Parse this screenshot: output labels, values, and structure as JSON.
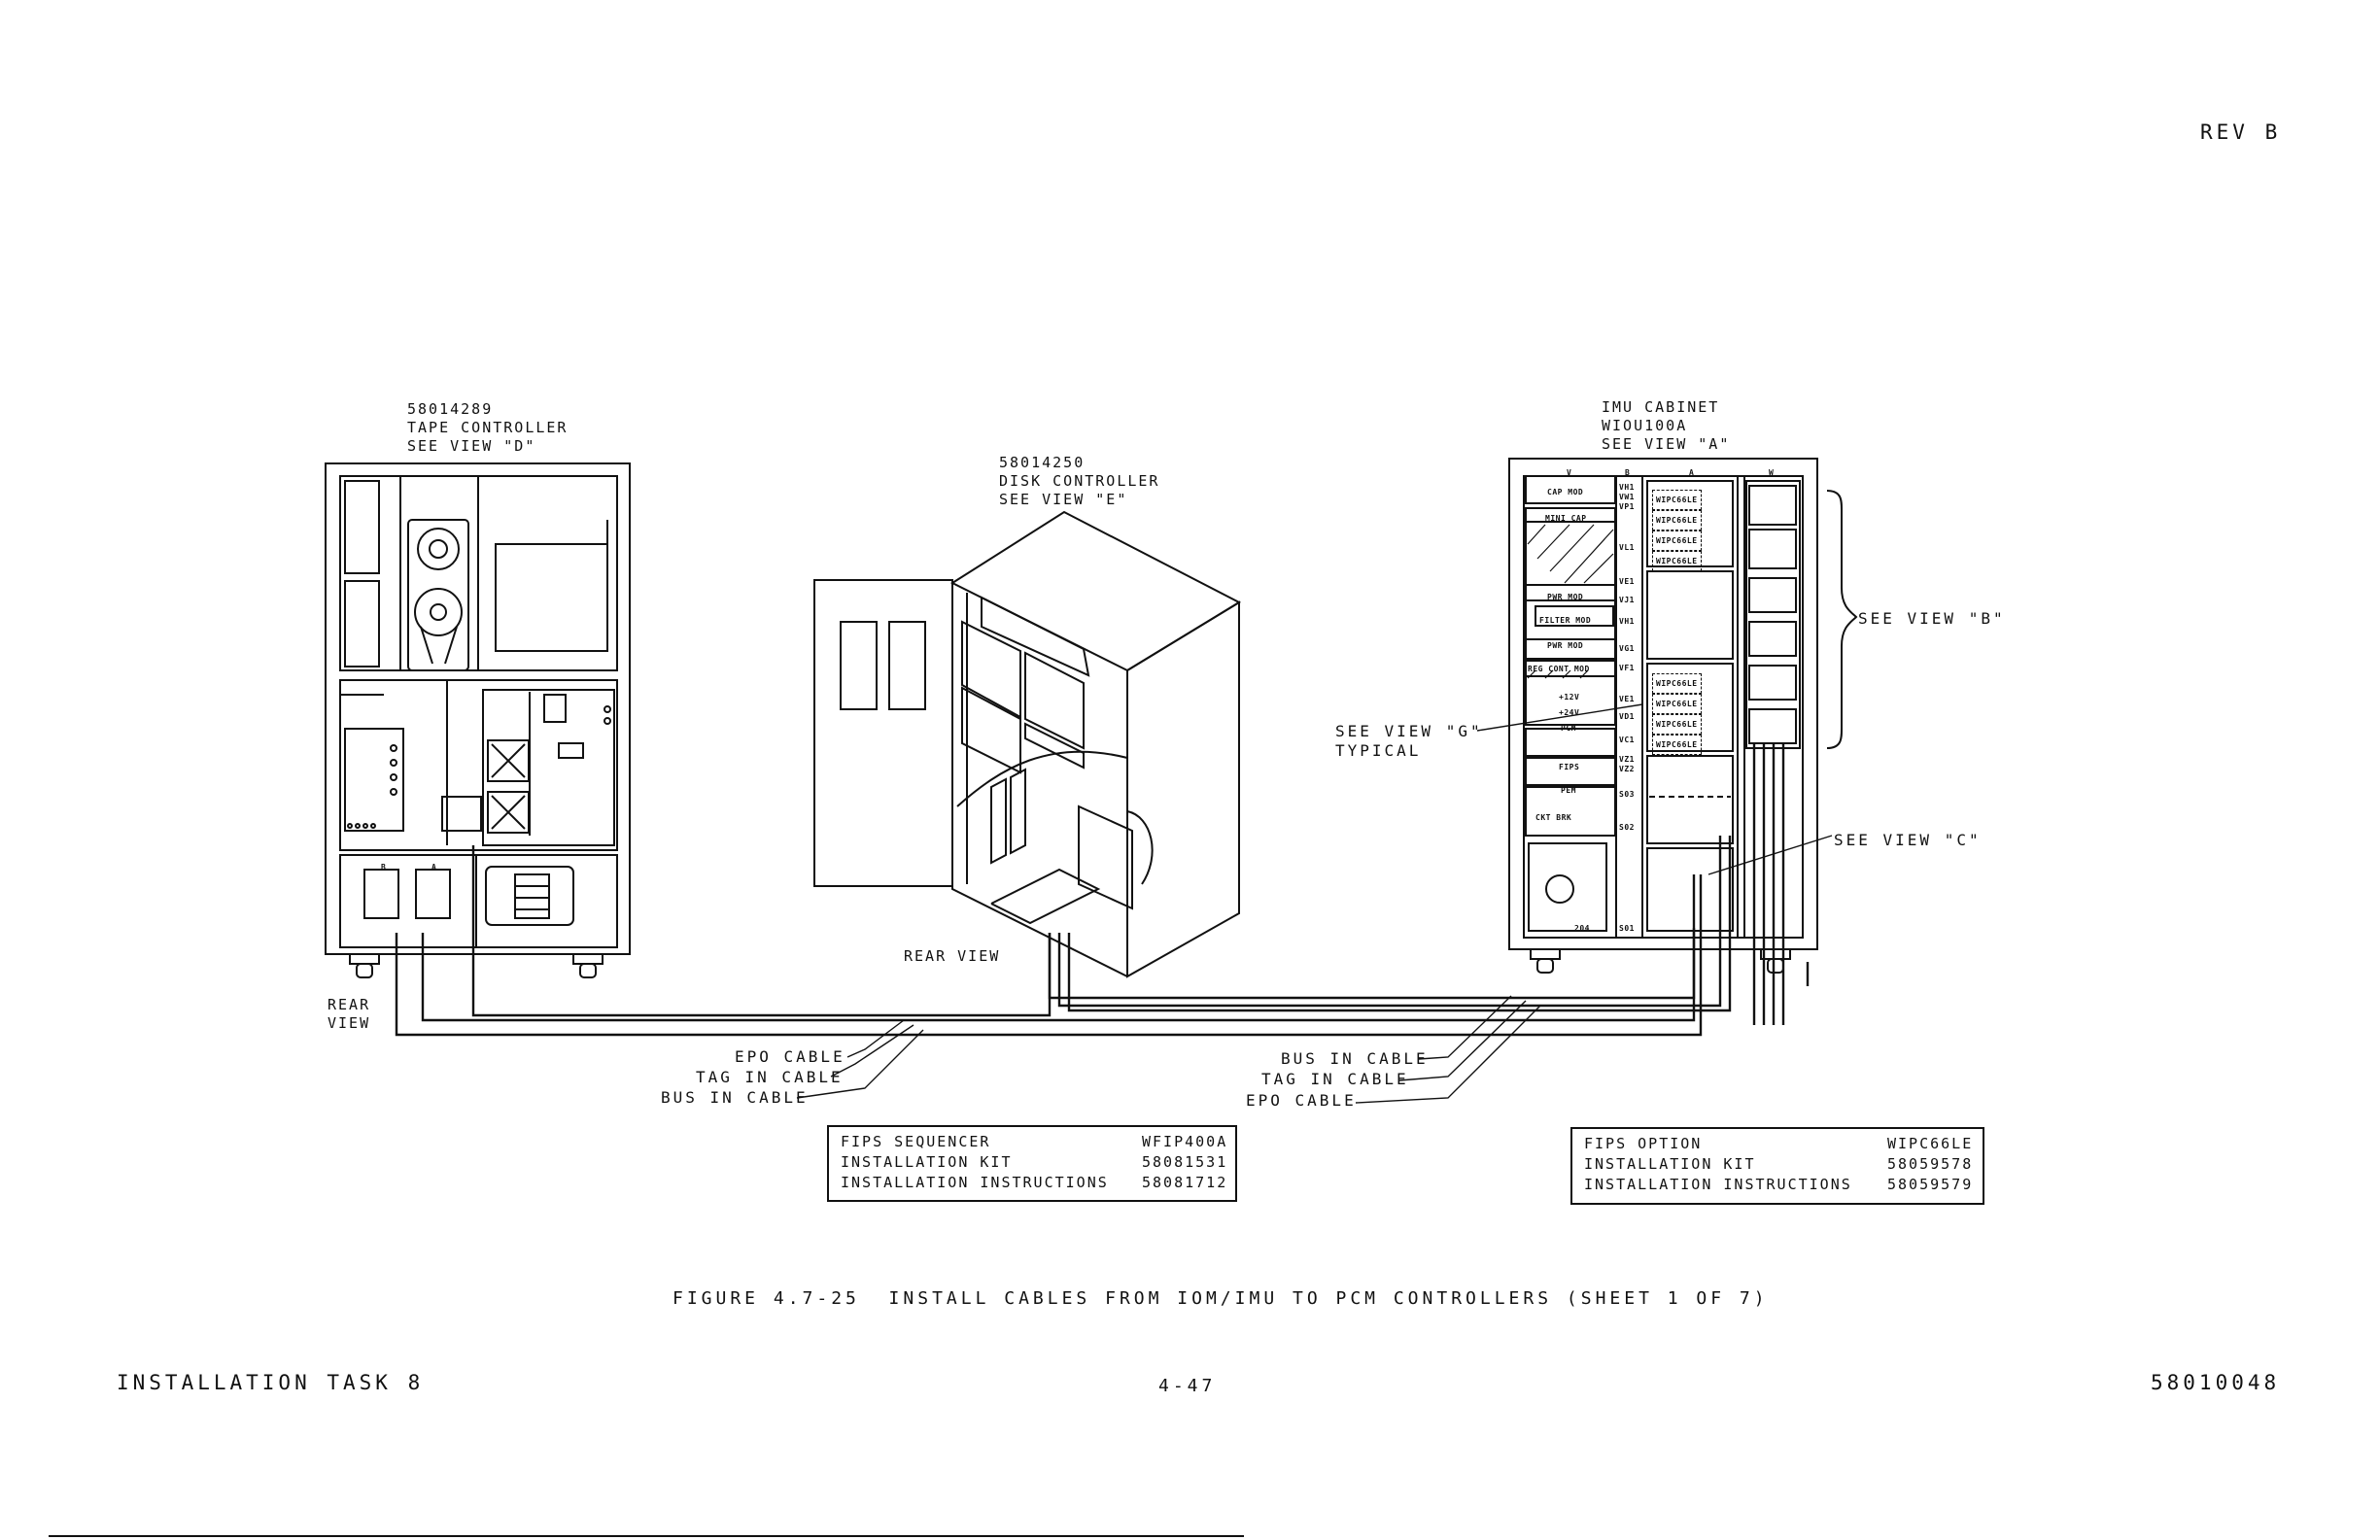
{
  "header": {
    "rev": "REV B"
  },
  "tape_controller": {
    "part": "58014289",
    "name": "TAPE CONTROLLER",
    "view": "SEE VIEW \"D\"",
    "rear_view": [
      "REAR",
      "VIEW"
    ],
    "slot_b": "B",
    "slot_a": "A"
  },
  "disk_controller": {
    "part": "58014250",
    "name": "DISK CONTROLLER",
    "view": "SEE VIEW \"E\"",
    "rear_view": "REAR VIEW"
  },
  "imu_cabinet": {
    "name": "IMU CABINET",
    "model": "WIOU100A",
    "view": "SEE VIEW \"A\"",
    "columns": [
      "V",
      "B",
      "A",
      "W"
    ],
    "modules": [
      "CAP MOD",
      "MINI CAP",
      "PWR MOD",
      "FILTER MOD",
      "PWR MOD",
      "REG CONT MOD",
      "+12V",
      "+24V",
      "PCM",
      "FIPS",
      "PEM",
      "CKT BRK",
      "204"
    ],
    "slots": [
      "VH1",
      "VW1",
      "VP1",
      "VL1",
      "VE1",
      "VJ1",
      "VH1",
      "VG1",
      "VF1",
      "VE1",
      "VD1",
      "VC1",
      "VZ1",
      "VZ2",
      "S03",
      "S02",
      "S01"
    ],
    "cards": [
      "WIPC66LE",
      "WIPC66LE",
      "WIPC66LE",
      "WIPC66LE",
      "WIPC66LE",
      "WIPC66LE",
      "WIPC66LE",
      "WIPC66LE"
    ]
  },
  "callouts": {
    "view_b": "SEE VIEW \"B\"",
    "view_c": "SEE VIEW \"C\"",
    "view_g": "SEE VIEW \"G\"",
    "typical": "TYPICAL"
  },
  "cables_left": [
    "EPO CABLE",
    "TAG IN CABLE",
    "BUS IN CABLE"
  ],
  "cables_right": [
    "BUS IN CABLE",
    "TAG IN CABLE",
    "EPO CABLE"
  ],
  "table_left": [
    {
      "label": "FIPS SEQUENCER",
      "value": "WFIP400A"
    },
    {
      "label": "INSTALLATION KIT",
      "value": "58081531"
    },
    {
      "label": "INSTALLATION INSTRUCTIONS",
      "value": "58081712"
    }
  ],
  "table_right": [
    {
      "label": "FIPS OPTION",
      "value": "WIPC66LE"
    },
    {
      "label": "INSTALLATION KIT",
      "value": "58059578"
    },
    {
      "label": "INSTALLATION INSTRUCTIONS",
      "value": "58059579"
    }
  ],
  "caption": "FIGURE 4.7-25  INSTALL CABLES FROM IOM/IMU TO PCM CONTROLLERS (SHEET 1 OF 7)",
  "footer": {
    "left": "INSTALLATION TASK 8",
    "center": "4-47",
    "right": "58010048"
  }
}
